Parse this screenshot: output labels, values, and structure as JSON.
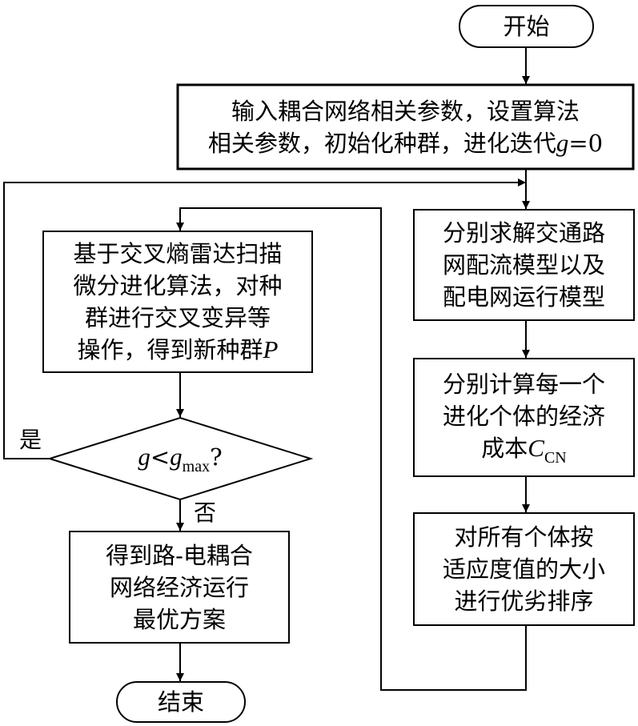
{
  "nodes": {
    "start": {
      "label": "开始"
    },
    "input": {
      "line1": "输入耦合网络相关参数，设置算法",
      "line2_prefix": "相关参数，初始化种群，进化迭代",
      "line2_var": "g",
      "line2_suffix": "=0"
    },
    "solve": {
      "line1": "分别求解交通路",
      "line2": "网配流模型以及",
      "line3": "配电网运行模型"
    },
    "calc": {
      "line1": "分别计算每一个",
      "line2": "进化个体的经济",
      "line3_prefix": "成本",
      "line3_var": "C",
      "line3_sub": "CN"
    },
    "sort": {
      "line1": "对所有个体按",
      "line2": "适应度值的大小",
      "line3": "进行优劣排序"
    },
    "evolve": {
      "line1": "基于交叉熵雷达扫描",
      "line2": "微分进化算法，对种",
      "line3": "群进行交叉变异等",
      "line4_prefix": "操作，得到新种群",
      "line4_var": "P"
    },
    "decision": {
      "var1": "g",
      "op": "<",
      "var2": "g",
      "sub": "max",
      "suffix": "?"
    },
    "result": {
      "line1": "得到路-电耦合",
      "line2": "网络经济运行",
      "line3": "最优方案"
    },
    "end": {
      "label": "结束"
    }
  },
  "edge_labels": {
    "yes": "是",
    "no": "否"
  }
}
